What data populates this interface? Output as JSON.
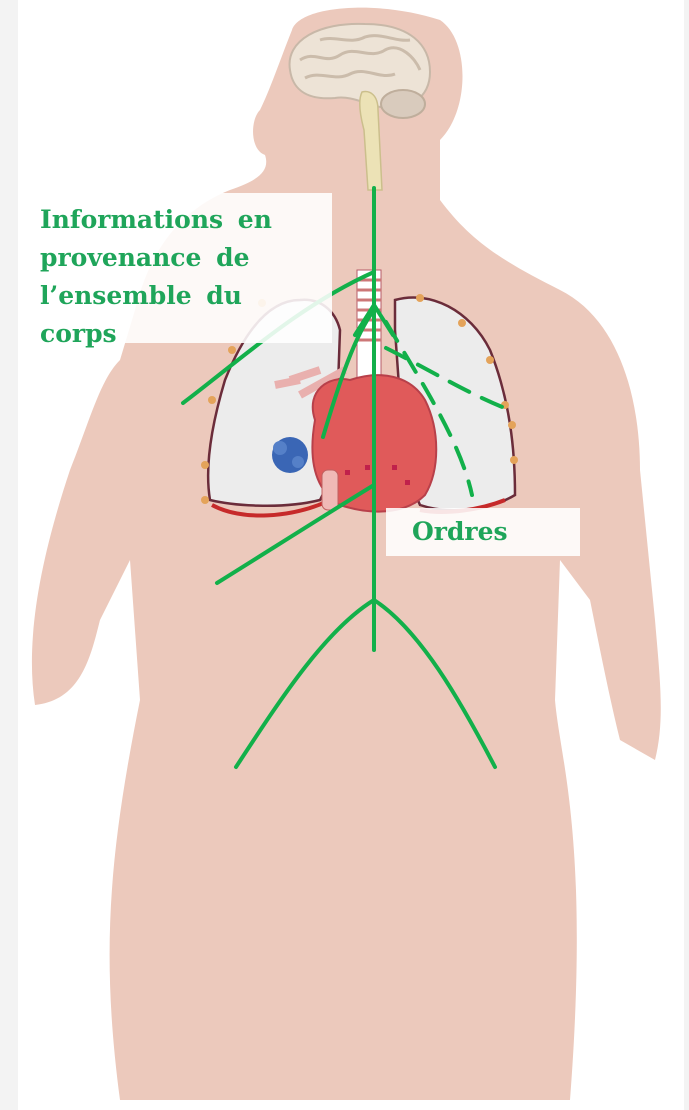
{
  "labels": {
    "info_lines": [
      "Informations en",
      "provenance de",
      "l’ensemble du",
      "corps"
    ],
    "orders": "Ordres"
  },
  "colors": {
    "nerve": "#12b04a",
    "skin": "#ecc9bc",
    "lung": "#ececec",
    "lung_outline": "#6b2c3a",
    "heart": "#e05a5a",
    "vessel_red": "#c62a2a",
    "brain": "#ede3d6",
    "spinal_cord": "#ece2b6",
    "lymph_node": "#e4a35a"
  }
}
